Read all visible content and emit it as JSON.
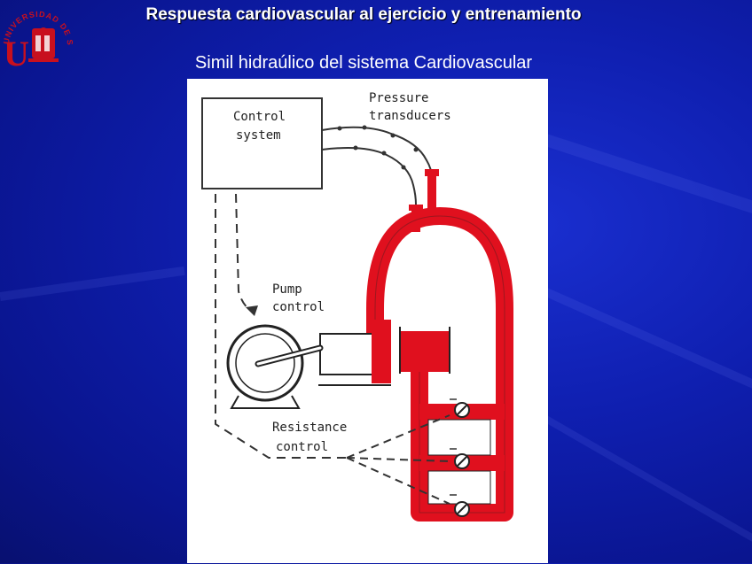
{
  "slide": {
    "title": "Respuesta cardiovascular al ejercicio y entrenamiento",
    "subtitle": "Simil hidraúlico del sistema Cardiovascular"
  },
  "logo": {
    "text": "UNIVERSIDAD DE SEVILLA",
    "icon": "university-seal-icon",
    "color": "#c8101e"
  },
  "diagram": {
    "labels": {
      "control_line1": "Control",
      "control_line2": "system",
      "pressure_line1": "Pressure",
      "pressure_line2": "transducers",
      "pump_line1": "Pump",
      "pump_line2": "control",
      "resistance_line1": "Resistance",
      "resistance_line2": "control"
    },
    "colors": {
      "fluid": "#e0101e",
      "background": "#ffffff",
      "slide_background": "#0f1fb0"
    }
  }
}
